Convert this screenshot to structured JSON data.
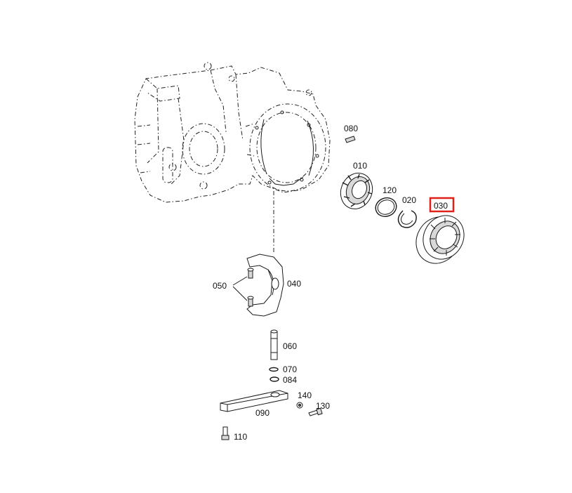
{
  "highlight_color": "#e0201b",
  "labels": {
    "p080": "080",
    "p010": "010",
    "p120": "120",
    "p020": "020",
    "p030": "030",
    "p050": "050",
    "p040": "040",
    "p060": "060",
    "p070": "070",
    "p084": "084",
    "p140": "140",
    "p130": "130",
    "p090": "090",
    "p110": "110"
  },
  "highlighted_part": "030"
}
